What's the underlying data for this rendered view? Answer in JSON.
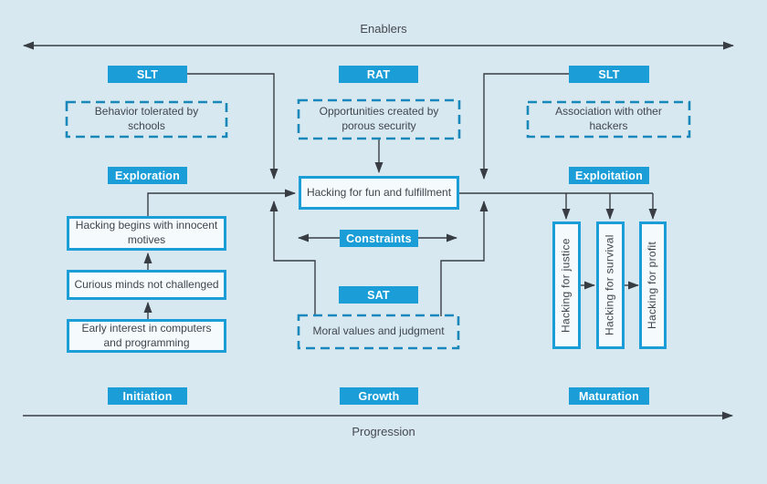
{
  "colors": {
    "background": "#d8e8f1",
    "accent_blue": "#1b9dd8",
    "dashed_border_blue": "#1887ba",
    "node_fill": "#f5fafd",
    "line_dark": "#383d44",
    "text_dark": "#3f454d"
  },
  "top_axis": {
    "label": "Enablers"
  },
  "bottom_axis": {
    "label": "Progression"
  },
  "theories": [
    {
      "label": "SLT",
      "factor": "Behavior tolerated by schools"
    },
    {
      "label": "RAT",
      "factor": "Opportunities created by porous security"
    },
    {
      "label": "SLT",
      "factor": "Association with other hackers"
    }
  ],
  "sat": {
    "label": "SAT",
    "factor": "Moral values and judgment"
  },
  "constraints": {
    "label": "Constraints"
  },
  "phases": [
    {
      "label": "Exploration"
    },
    {
      "label": "Exploitation"
    }
  ],
  "stages": [
    {
      "label": "Initiation"
    },
    {
      "label": "Growth"
    },
    {
      "label": "Maturation"
    }
  ],
  "initiation_chain": [
    {
      "label": "Early interest in computers and programming"
    },
    {
      "label": "Curious minds not challenged"
    },
    {
      "label": "Hacking begins with innocent motives"
    }
  ],
  "central": {
    "label": "Hacking for fun and fulfillment"
  },
  "maturation_paths": [
    {
      "label": "Hacking for justice"
    },
    {
      "label": "Hacking for survival"
    },
    {
      "label": "Hacking for profit"
    }
  ]
}
